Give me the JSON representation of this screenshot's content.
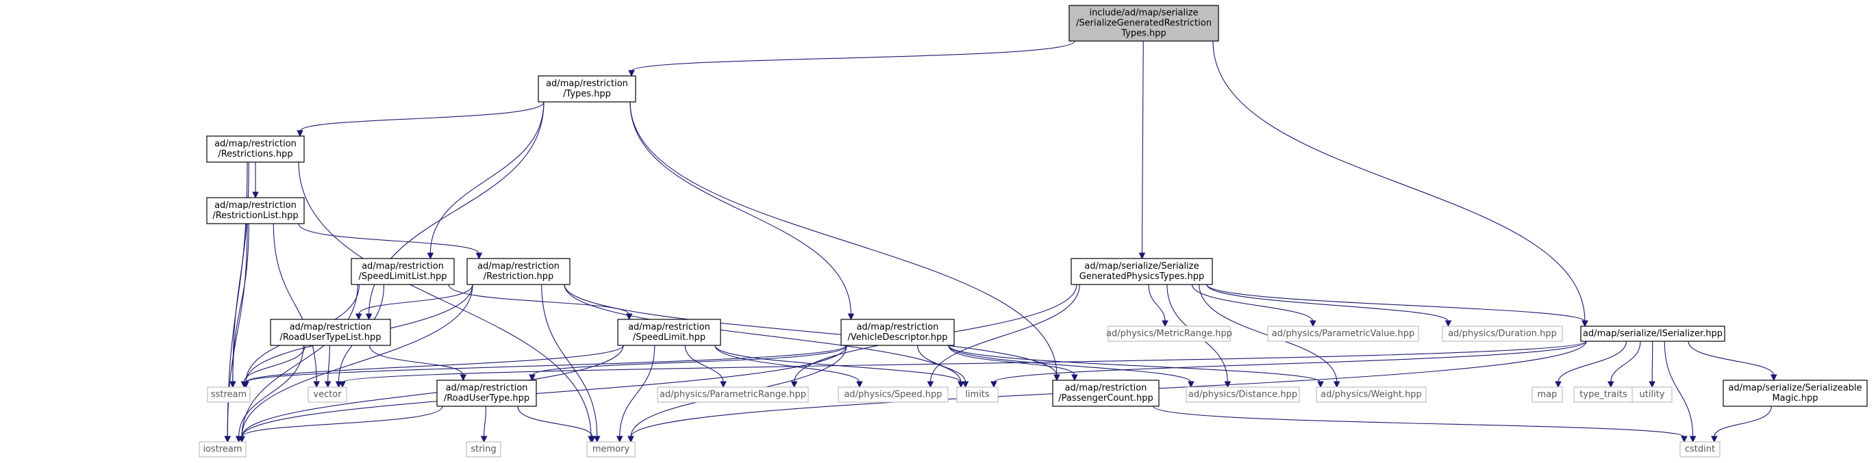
{
  "graph": {
    "nodes": [
      {
        "id": "root",
        "kind": "root",
        "lines": [
          "include/ad/map/serialize",
          "/SerializeGeneratedRestriction",
          "Types.hpp"
        ]
      },
      {
        "id": "types",
        "kind": "file",
        "lines": [
          "ad/map/restriction",
          "/Types.hpp"
        ]
      },
      {
        "id": "restrictions",
        "kind": "file",
        "lines": [
          "ad/map/restriction",
          "/Restrictions.hpp"
        ]
      },
      {
        "id": "restrictionlist",
        "kind": "file",
        "lines": [
          "ad/map/restriction",
          "/RestrictionList.hpp"
        ]
      },
      {
        "id": "speedlimitlist",
        "kind": "file",
        "lines": [
          "ad/map/restriction",
          "/SpeedLimitList.hpp"
        ]
      },
      {
        "id": "restriction",
        "kind": "file",
        "lines": [
          "ad/map/restriction",
          "/Restriction.hpp"
        ]
      },
      {
        "id": "roadusertypelist",
        "kind": "file",
        "lines": [
          "ad/map/restriction",
          "/RoadUserTypeList.hpp"
        ]
      },
      {
        "id": "speedlimit",
        "kind": "file",
        "lines": [
          "ad/map/restriction",
          "/SpeedLimit.hpp"
        ]
      },
      {
        "id": "vehicledescriptor",
        "kind": "file",
        "lines": [
          "ad/map/restriction",
          "/VehicleDescriptor.hpp"
        ]
      },
      {
        "id": "roadusertype",
        "kind": "file",
        "lines": [
          "ad/map/restriction",
          "/RoadUserType.hpp"
        ]
      },
      {
        "id": "passengercount",
        "kind": "file",
        "lines": [
          "ad/map/restriction",
          "/PassengerCount.hpp"
        ]
      },
      {
        "id": "physicstypes",
        "kind": "file",
        "lines": [
          "ad/map/serialize/Serialize",
          "GeneratedPhysicsTypes.hpp"
        ]
      },
      {
        "id": "iserializer",
        "kind": "file",
        "lines": [
          "ad/map/serialize/ISerializer.hpp"
        ]
      },
      {
        "id": "magic",
        "kind": "file",
        "lines": [
          "ad/map/serialize/Serializeable",
          "Magic.hpp"
        ]
      },
      {
        "id": "metricrange",
        "kind": "ext",
        "lines": [
          "ad/physics/MetricRange.hpp"
        ]
      },
      {
        "id": "parametricvalue",
        "kind": "ext",
        "lines": [
          "ad/physics/ParametricValue.hpp"
        ]
      },
      {
        "id": "duration",
        "kind": "ext",
        "lines": [
          "ad/physics/Duration.hpp"
        ]
      },
      {
        "id": "parametricrange",
        "kind": "ext",
        "lines": [
          "ad/physics/ParametricRange.hpp"
        ]
      },
      {
        "id": "speed",
        "kind": "ext",
        "lines": [
          "ad/physics/Speed.hpp"
        ]
      },
      {
        "id": "distance",
        "kind": "ext",
        "lines": [
          "ad/physics/Distance.hpp"
        ]
      },
      {
        "id": "weight",
        "kind": "ext",
        "lines": [
          "ad/physics/Weight.hpp"
        ]
      },
      {
        "id": "sstream",
        "kind": "ext",
        "lines": [
          "sstream"
        ]
      },
      {
        "id": "vector",
        "kind": "ext",
        "lines": [
          "vector"
        ]
      },
      {
        "id": "limits",
        "kind": "ext",
        "lines": [
          "limits"
        ]
      },
      {
        "id": "iostream",
        "kind": "ext",
        "lines": [
          "iostream"
        ]
      },
      {
        "id": "string",
        "kind": "ext",
        "lines": [
          "string"
        ]
      },
      {
        "id": "memory",
        "kind": "ext",
        "lines": [
          "memory"
        ]
      },
      {
        "id": "cstdint",
        "kind": "ext",
        "lines": [
          "cstdint"
        ]
      },
      {
        "id": "map",
        "kind": "ext",
        "lines": [
          "map"
        ]
      },
      {
        "id": "type_traits",
        "kind": "ext",
        "lines": [
          "type_traits"
        ]
      },
      {
        "id": "utility",
        "kind": "ext",
        "lines": [
          "utility"
        ]
      }
    ],
    "edges": [
      [
        "root",
        "types"
      ],
      [
        "root",
        "physicstypes"
      ],
      [
        "root",
        "iserializer"
      ],
      [
        "types",
        "restrictions"
      ],
      [
        "types",
        "speedlimitlist"
      ],
      [
        "types",
        "vehicledescriptor"
      ],
      [
        "types",
        "roadusertypelist"
      ],
      [
        "types",
        "passengercount"
      ],
      [
        "restrictions",
        "restrictionlist"
      ],
      [
        "restrictions",
        "sstream"
      ],
      [
        "restrictions",
        "iostream"
      ],
      [
        "restrictions",
        "memory"
      ],
      [
        "restrictionlist",
        "restriction"
      ],
      [
        "restrictionlist",
        "sstream"
      ],
      [
        "restrictionlist",
        "iostream"
      ],
      [
        "restrictionlist",
        "vector"
      ],
      [
        "speedlimitlist",
        "speedlimit"
      ],
      [
        "speedlimitlist",
        "sstream"
      ],
      [
        "speedlimitlist",
        "iostream"
      ],
      [
        "speedlimitlist",
        "vector"
      ],
      [
        "restriction",
        "roadusertypelist"
      ],
      [
        "restriction",
        "passengercount"
      ],
      [
        "restriction",
        "sstream"
      ],
      [
        "restriction",
        "iostream"
      ],
      [
        "restriction",
        "memory"
      ],
      [
        "restriction",
        "limits"
      ],
      [
        "roadusertypelist",
        "roadusertype"
      ],
      [
        "roadusertypelist",
        "sstream"
      ],
      [
        "roadusertypelist",
        "vector"
      ],
      [
        "roadusertypelist",
        "iostream"
      ],
      [
        "speedlimit",
        "parametricrange"
      ],
      [
        "speedlimit",
        "speed"
      ],
      [
        "speedlimit",
        "limits"
      ],
      [
        "speedlimit",
        "sstream"
      ],
      [
        "speedlimit",
        "iostream"
      ],
      [
        "speedlimit",
        "memory"
      ],
      [
        "vehicledescriptor",
        "roadusertype"
      ],
      [
        "vehicledescriptor",
        "passengercount"
      ],
      [
        "vehicledescriptor",
        "distance"
      ],
      [
        "vehicledescriptor",
        "weight"
      ],
      [
        "vehicledescriptor",
        "limits"
      ],
      [
        "vehicledescriptor",
        "sstream"
      ],
      [
        "vehicledescriptor",
        "iostream"
      ],
      [
        "vehicledescriptor",
        "memory"
      ],
      [
        "roadusertype",
        "iostream"
      ],
      [
        "roadusertype",
        "memory"
      ],
      [
        "roadusertype",
        "string"
      ],
      [
        "passengercount",
        "cstdint"
      ],
      [
        "physicstypes",
        "metricrange"
      ],
      [
        "physicstypes",
        "parametricvalue"
      ],
      [
        "physicstypes",
        "duration"
      ],
      [
        "physicstypes",
        "parametricrange"
      ],
      [
        "physicstypes",
        "speed"
      ],
      [
        "physicstypes",
        "distance"
      ],
      [
        "physicstypes",
        "weight"
      ],
      [
        "physicstypes",
        "iserializer"
      ],
      [
        "iserializer",
        "magic"
      ],
      [
        "iserializer",
        "map"
      ],
      [
        "iserializer",
        "type_traits"
      ],
      [
        "iserializer",
        "utility"
      ],
      [
        "iserializer",
        "cstdint"
      ],
      [
        "iserializer",
        "memory"
      ],
      [
        "iserializer",
        "vector"
      ],
      [
        "iserializer",
        "limits"
      ],
      [
        "magic",
        "cstdint"
      ]
    ]
  },
  "colors": {
    "edge": "#191970",
    "root_fill": "#bfbfbf",
    "box_stroke": "#000000",
    "ext_stroke": "#bfbfbf",
    "ext_text": "#555555"
  }
}
